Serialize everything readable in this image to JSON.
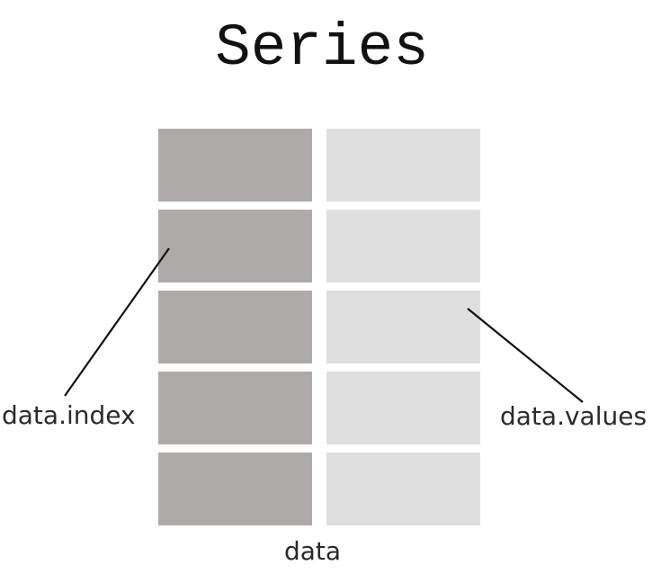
{
  "title": "Series",
  "labels": {
    "index": "data.index",
    "values": "data.values",
    "data": "data"
  },
  "table": {
    "rows": 5,
    "columns": [
      {
        "role": "index",
        "color": "#aeaaa9"
      },
      {
        "role": "values",
        "color": "#e0dfdf"
      }
    ]
  }
}
